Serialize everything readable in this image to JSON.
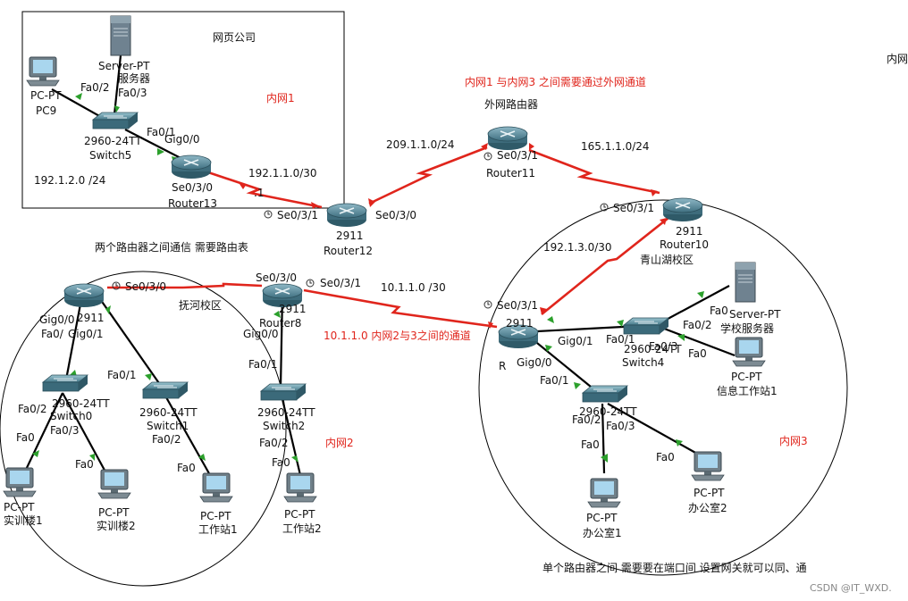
{
  "areas": {
    "web_company": "网页公司",
    "intranet1": "内网1",
    "intranet2": "内网2",
    "intranet3": "内网3",
    "intranet_edge": "内网"
  },
  "notes": {
    "n13_via_external": "内网1 与内网3 之间需要通过外网通道",
    "external_router": "外网路由器",
    "need_route_table": "两个路由器之间通信 需要路由表",
    "n23_channel": "10.1.1.0    内网2与3之间的通道",
    "gateway_note": "单个路由器之间 需要要在端口间  设置网关就可以同、通",
    "watermark": "CSDN @IT_WXD."
  },
  "networks": {
    "net_192_1_2": "192.1.2.0 /24",
    "net_192_1_1": "192.1.1.0/30",
    "net_209": "209.1.1.0/24",
    "net_165": "165.1.1.0/24",
    "net_192_1_3": "192.1.3.0/30",
    "net_10_1_1": "10.1.1.0 /30"
  },
  "devices": {
    "pc9": {
      "type": "PC-PT",
      "name": "PC9"
    },
    "server_top": {
      "type": "Server-PT",
      "name": "服务器"
    },
    "switch5": {
      "type": "2960-24TT",
      "name": "Switch5"
    },
    "router13": {
      "type": "",
      "name": "Router13"
    },
    "router12": {
      "type": "2911",
      "name": "Router12"
    },
    "router11": {
      "type": "",
      "name": "Router11"
    },
    "router10": {
      "type": "2911",
      "name": "Router10"
    },
    "campus_qsh": "青山湖校区",
    "router8": {
      "type": "2911",
      "name": "Router8"
    },
    "campus_fh": "抚河校区",
    "router_left": {
      "type": "2911",
      "name": ""
    },
    "switch0": {
      "type": "2960-24TT",
      "name": "Switch0"
    },
    "switch1": {
      "type": "2960-24TT",
      "name": "Switch1"
    },
    "switch2": {
      "type": "2960-24TT",
      "name": "Switch2"
    },
    "pc_sx1": {
      "type": "PC-PT",
      "name": "实训楼1"
    },
    "pc_sx2": {
      "type": "PC-PT",
      "name": "实训楼2"
    },
    "pc_gz1": {
      "type": "PC-PT",
      "name": "工作站1"
    },
    "pc_gz2": {
      "type": "PC-PT",
      "name": "工作站2"
    },
    "router_r3": {
      "type": "2911",
      "name": "R"
    },
    "switch4": {
      "type": "2960-24TT",
      "name": "Switch4"
    },
    "switch_r3": {
      "type": "2960-24TT",
      "name": ""
    },
    "server_school": {
      "type": "Server-PT",
      "name": "学校服务器"
    },
    "pc_info1": {
      "type": "PC-PT",
      "name": "信息工作站1"
    },
    "pc_office1": {
      "type": "PC-PT",
      "name": "办公室1"
    },
    "pc_office2": {
      "type": "PC-PT",
      "name": "办公室2"
    }
  },
  "ports": {
    "p_fa0_2_pc9": "Fa0/2",
    "p_fa0_3_srv": "Fa0/3",
    "p_fa0_1_sw5": "Fa0/1",
    "p_gig0_0_r13": "Gig0/0",
    "p_se030_r13": "Se0/3/0",
    "p_dot1": ".1",
    "p_se031_r12": "Se0/3/1",
    "p_se030_r12": "Se0/3/0",
    "p_se031_r11": "Se0/3/1",
    "p_se031_r10": "Se0/3/1",
    "p_se030_left": "Se0/3/0",
    "p_se030_r8": "Se0/3/0",
    "p_se031_r8": "Se0/3/1",
    "p_gig00_left": "Gig0/0",
    "p_fa0_left": "Fa0/",
    "p_gig01_left": "Gig0/1",
    "p_fa01_sw1": "Fa0/1",
    "p_fa02_sw0": "Fa0/2",
    "p_fa03_sw0": "Fa0/3",
    "p_fa0_pc1": "Fa0",
    "p_fa0_pc2": "Fa0",
    "p_fa02_sw1": "Fa0/2",
    "p_fa0_gz1": "Fa0",
    "p_gig00_r8": "Gig0/0",
    "p_fa01_sw2": "Fa0/1",
    "p_fa02_sw2": "Fa0/2",
    "p_fa0_gz2": "Fa0",
    "p_se031_r3": "Se0/3/1",
    "p_gig01_r3": "Gig0/1",
    "p_gig00_r3": "Gig0/0",
    "p_fa01_sw4": "Fa0/1",
    "p_fa03_sw4": "Fa0/3",
    "p_fa02_sw4": "Fa0/2",
    "p_fa0_srv": "Fa0",
    "p_fa0_info": "Fa0",
    "p_fa01_swr3": "Fa0/1",
    "p_fa02_swr3": "Fa0/2",
    "p_fa03_swr3": "Fa0/3",
    "p_fa0_off1": "Fa0",
    "p_fa0_off2": "Fa0"
  },
  "colors": {
    "serial_link": "#e0251c",
    "ethernet_link": "#000000",
    "port_up": "#2ca02c",
    "annotation_red": "#e0251c"
  }
}
